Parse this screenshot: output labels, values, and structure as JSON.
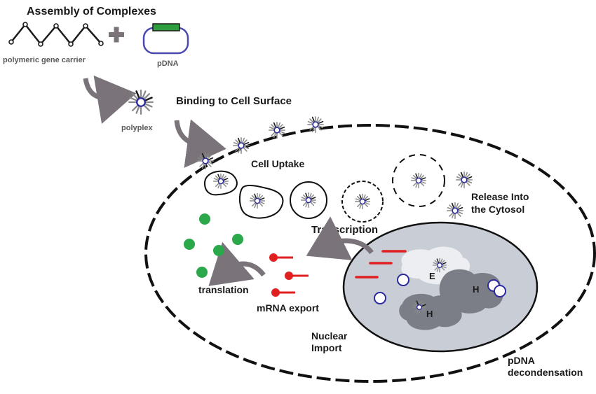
{
  "labels": {
    "assembly": "Assembly of Complexes",
    "carrier": "polymeric gene carrier",
    "pdna": "pDNA",
    "polyplex": "polyplex",
    "binding": "Binding to Cell Surface",
    "uptake": "Cell Uptake",
    "release_line1": "Release Into",
    "release_line2": "the Cytosol",
    "transcription": "Transcription",
    "translation": "translation",
    "mrna_export": "mRNA export",
    "nuclear_line1": "Nuclear",
    "nuclear_line2": "Import",
    "decond_line1": "pDNA",
    "decond_line2": "decondensation",
    "e_label": "E",
    "h_label_1": "H",
    "h_label_2": "H",
    "plus": "+"
  },
  "colors": {
    "polyplex_core": "#2b2b9e",
    "polyplex_spikes": "#8a8a8a",
    "protein": "#2aa84a",
    "mrna": "#e02020",
    "plasmid_insert": "#2e9e3e",
    "arrow": "#7a737a",
    "nucleus_fill": "#c8cdd6"
  },
  "icons": [
    "polyplex-icon",
    "plasmid-icon",
    "polymer-chain-icon",
    "curved-arrow-icon",
    "mrna-icon",
    "protein-icon"
  ]
}
